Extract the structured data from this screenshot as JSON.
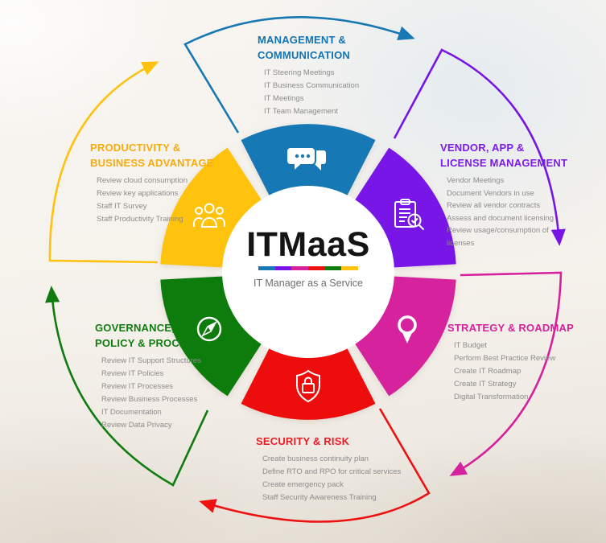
{
  "center": {
    "title": "ITMaaS",
    "subtitle": "IT Manager as a Service",
    "divider_colors": [
      "#1878B4",
      "#7714E6",
      "#D6219C",
      "#EE1111",
      "#107C10",
      "#FFC20E"
    ]
  },
  "palette": {
    "blue": "#1878B4",
    "purple": "#7714E6",
    "magenta": "#D6219C",
    "red": "#EE1111",
    "green": "#107C10",
    "yellow": "#FFC20E",
    "white": "#FFFFFF"
  },
  "sections": [
    {
      "id": "management-communication",
      "icon": "chat-bubbles-icon",
      "color": "#1878B4",
      "title_lines": [
        "MANAGEMENT &",
        "COMMUNICATION"
      ],
      "items": [
        "IT Steering Meetings",
        "IT Business Communication",
        "IT Meetings",
        "IT Team Management"
      ]
    },
    {
      "id": "vendor-app-license-management",
      "icon": "clipboard-search-icon",
      "color": "#7714E6",
      "title_lines": [
        "VENDOR, APP &",
        "LICENSE MANAGEMENT"
      ],
      "items": [
        "Vendor Meetings",
        "Document Vendors in use",
        "Review all vendor contracts",
        "Assess and document licensing",
        "Review usage/consumption of licenses"
      ]
    },
    {
      "id": "strategy-roadmap",
      "icon": "map-pin-icon",
      "color": "#D6219C",
      "title_lines": [
        "STRATEGY & ROADMAP"
      ],
      "items": [
        "IT Budget",
        "Perform Best Practice Review",
        "Create IT Roadmap",
        "Create IT Strategy",
        "Digital Transformation"
      ]
    },
    {
      "id": "security-risk",
      "icon": "shield-lock-icon",
      "color": "#EE1111",
      "title_lines": [
        "SECURITY & RISK"
      ],
      "items": [
        "Create business continuity plan",
        "Define RTO and RPO for critical services",
        "Create emergency pack",
        "Staff Security Awareness Training"
      ]
    },
    {
      "id": "governance-policy-process",
      "icon": "compass-icon",
      "color": "#107C10",
      "title_lines": [
        "GOVERNANCE,",
        "POLICY & PROCESS"
      ],
      "items": [
        "Review IT Support Structures",
        "Review IT Policies",
        "Review IT Processes",
        "Review Business Processes",
        "IT Documentation",
        "Review Data Privacy"
      ]
    },
    {
      "id": "productivity-business-advantage",
      "icon": "people-group-icon",
      "color": "#FFC20E",
      "title_lines": [
        "PRODUCTIVITY &",
        "BUSINESS ADVANTAGE"
      ],
      "items": [
        "Review cloud consumption",
        "Review key applications",
        "Staff IT Survey",
        "Staff Productivity Training"
      ]
    }
  ]
}
